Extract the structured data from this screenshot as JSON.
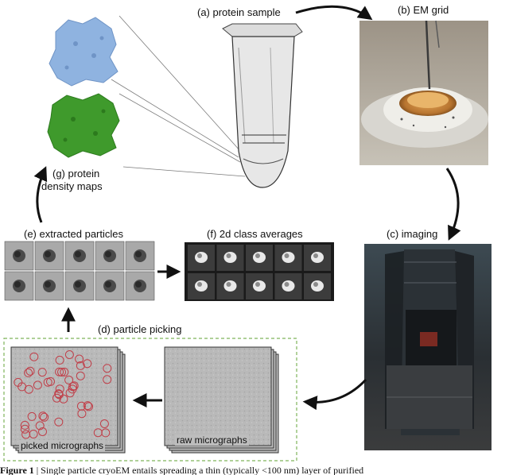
{
  "labels": {
    "a": "(a)  protein sample",
    "b": "(b) EM grid",
    "c": "(c) imaging",
    "d": "(d) particle picking",
    "e": "(e) extracted particles",
    "f": "(f) 2d class averages",
    "g_line1": "(g) protein",
    "g_line2": "density maps",
    "picked": "picked micrographs",
    "raw": "raw micrographs"
  },
  "caption": {
    "bold": "Figure 1",
    "text": " | Single particle cryoEM entails spreading a thin (typically <100 nm) layer of purified"
  },
  "colors": {
    "blue_map": "#8fb3e0",
    "green_map": "#3f9a2c",
    "pick_circle": "#c0404a",
    "dash_box": "#7fb35a",
    "arrow": "#111111"
  }
}
